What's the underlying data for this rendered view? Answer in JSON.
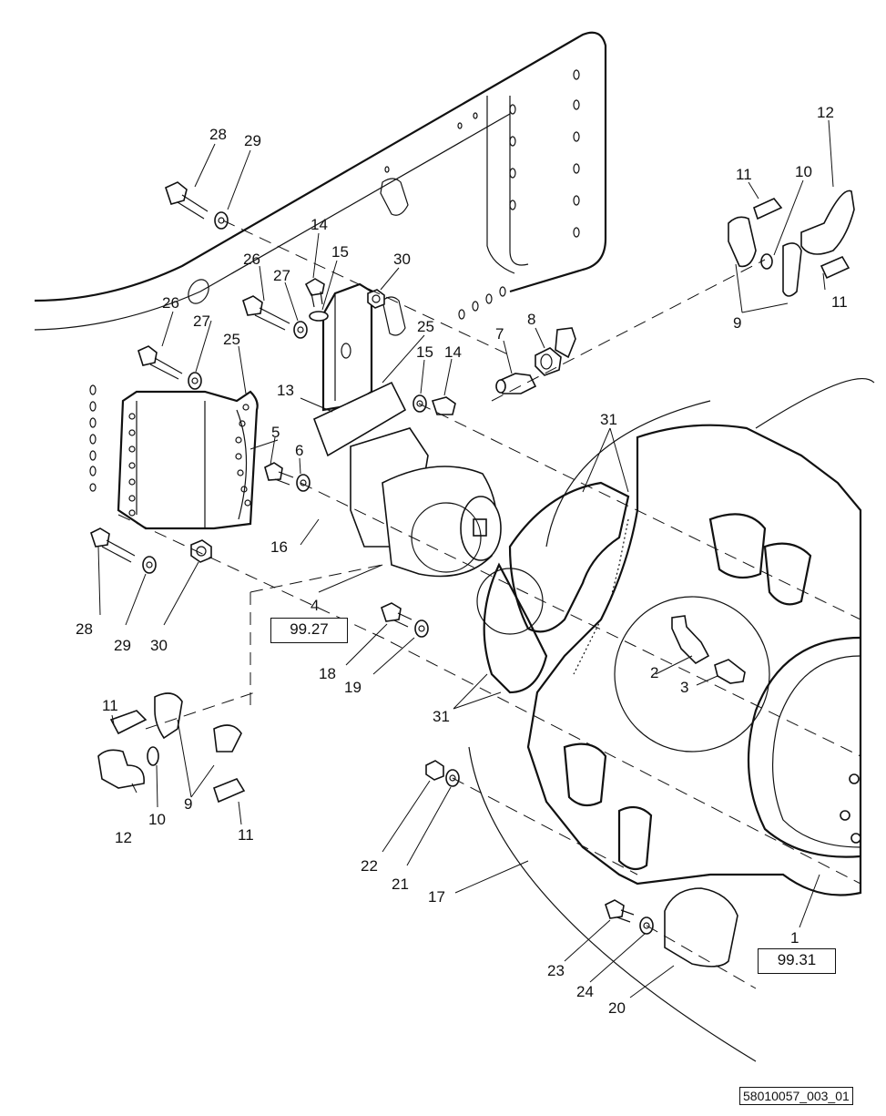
{
  "document_id": "58010057_003_01",
  "reference_boxes": [
    {
      "id": "ref-99-27",
      "label": "99.27",
      "for_item": "4"
    },
    {
      "id": "ref-99-31",
      "label": "99.31",
      "for_item": "1"
    }
  ],
  "callouts": [
    {
      "label": "28"
    },
    {
      "label": "29"
    },
    {
      "label": "14"
    },
    {
      "label": "15"
    },
    {
      "label": "30"
    },
    {
      "label": "26"
    },
    {
      "label": "27"
    },
    {
      "label": "26"
    },
    {
      "label": "27"
    },
    {
      "label": "25"
    },
    {
      "label": "25"
    },
    {
      "label": "15"
    },
    {
      "label": "14"
    },
    {
      "label": "7"
    },
    {
      "label": "8"
    },
    {
      "label": "12"
    },
    {
      "label": "11"
    },
    {
      "label": "10"
    },
    {
      "label": "11"
    },
    {
      "label": "9"
    },
    {
      "label": "13"
    },
    {
      "label": "5"
    },
    {
      "label": "6"
    },
    {
      "label": "16"
    },
    {
      "label": "31"
    },
    {
      "label": "28"
    },
    {
      "label": "29"
    },
    {
      "label": "30"
    },
    {
      "label": "4"
    },
    {
      "label": "18"
    },
    {
      "label": "19"
    },
    {
      "label": "2"
    },
    {
      "label": "3"
    },
    {
      "label": "31"
    },
    {
      "label": "11"
    },
    {
      "label": "10"
    },
    {
      "label": "9"
    },
    {
      "label": "12"
    },
    {
      "label": "11"
    },
    {
      "label": "22"
    },
    {
      "label": "21"
    },
    {
      "label": "17"
    },
    {
      "label": "1"
    },
    {
      "label": "23"
    },
    {
      "label": "24"
    },
    {
      "label": "20"
    }
  ]
}
